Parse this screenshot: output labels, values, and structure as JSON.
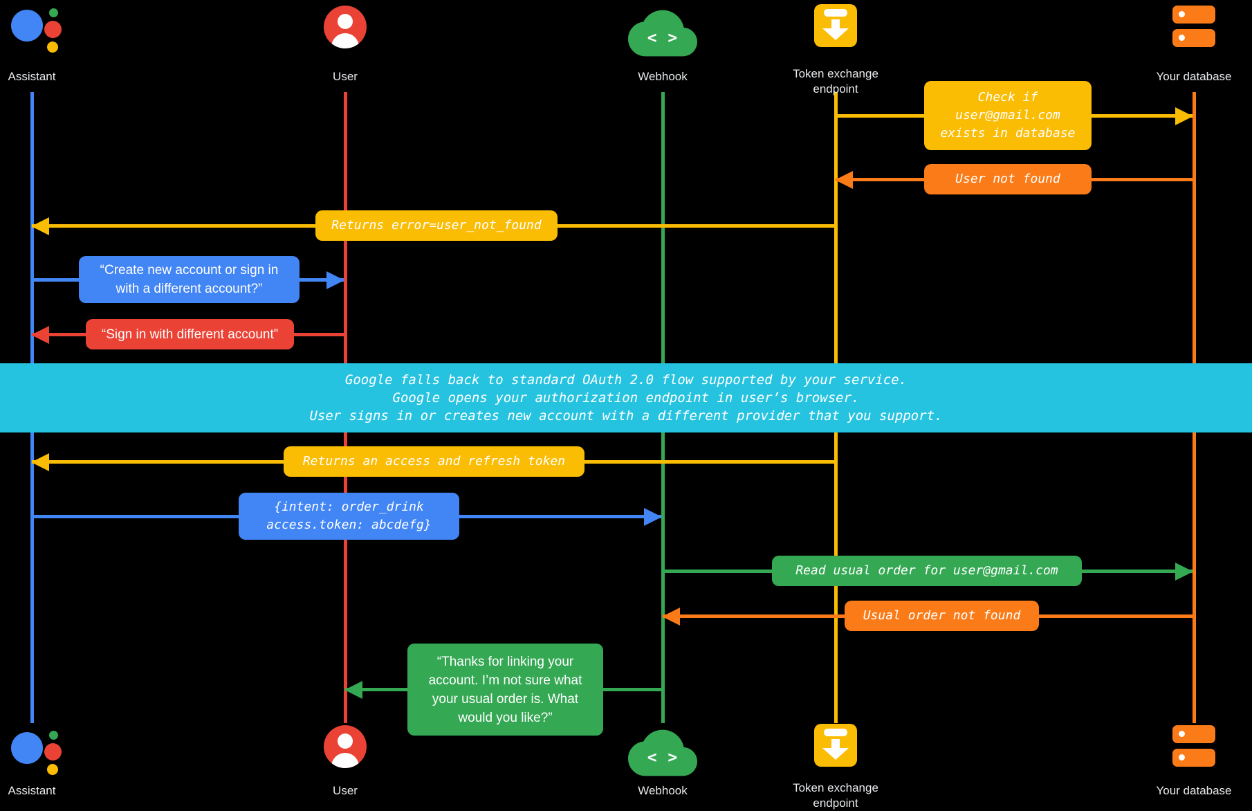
{
  "colors": {
    "blue": "#4285F4",
    "red": "#EA4335",
    "green": "#34A853",
    "yellow": "#FBBC04",
    "orange": "#FA7B17",
    "cyan": "#26C3E1"
  },
  "lanes": [
    {
      "id": "assistant",
      "label": "Assistant"
    },
    {
      "id": "user",
      "label": "User"
    },
    {
      "id": "webhook",
      "label": "Webhook"
    },
    {
      "id": "token-exchange-endpoint",
      "label": "Token exchange\nendpoint"
    },
    {
      "id": "your-database",
      "label": "Your database"
    }
  ],
  "icons": {
    "webhook_code_glyph": "< >"
  },
  "messages": {
    "check_user": {
      "from": "token-exchange-endpoint",
      "to": "your-database",
      "color": "yellow",
      "text": "Check if\nuser@gmail.com\nexists in database"
    },
    "user_not_found": {
      "from": "your-database",
      "to": "token-exchange-endpoint",
      "color": "orange",
      "text": "User not found"
    },
    "returns_error": {
      "from": "token-exchange-endpoint",
      "to": "assistant",
      "color": "yellow",
      "text": "Returns error=user_not_found"
    },
    "create_or_sign_in": {
      "from": "assistant",
      "to": "user",
      "color": "blue",
      "text": "“Create new account or sign in\nwith a different account?”"
    },
    "sign_in_different": {
      "from": "user",
      "to": "assistant",
      "color": "red",
      "text": "“Sign in with different account”"
    },
    "oauth_fallback_note": {
      "color": "cyan",
      "text": "Google falls back to standard OAuth 2.0 flow supported by your service.\nGoogle opens your authorization endpoint in user’s browser.\nUser signs in or creates new account with a different provider that you support."
    },
    "returns_tokens": {
      "from": "token-exchange-endpoint",
      "to": "assistant",
      "color": "yellow",
      "text": "Returns an access and refresh token"
    },
    "intent_payload": {
      "from": "assistant",
      "to": "webhook",
      "color": "blue",
      "text": "{intent: order_drink\naccess.token: abcdefg}"
    },
    "read_usual_order": {
      "from": "webhook",
      "to": "your-database",
      "color": "green",
      "text": "Read usual order for user@gmail.com"
    },
    "usual_order_not_found": {
      "from": "your-database",
      "to": "webhook",
      "color": "orange",
      "text": "Usual order not found"
    },
    "thanks_for_linking": {
      "from": "webhook",
      "to": "user",
      "color": "green",
      "text": "“Thanks for linking your\naccount. I’m not sure what\nyour usual order is. What\nwould you like?”"
    }
  }
}
